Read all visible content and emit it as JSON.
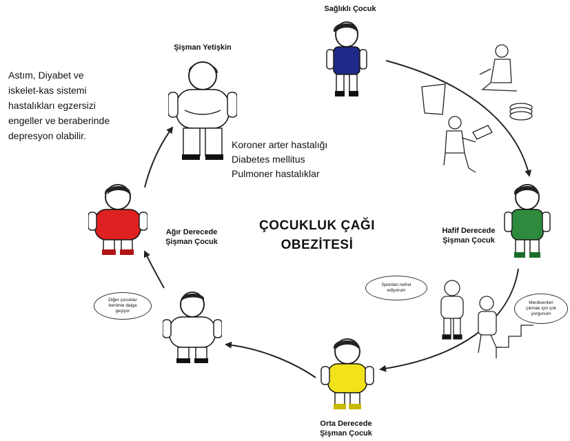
{
  "title": {
    "line1": "ÇOCUKLUK ÇAĞI",
    "line2": "OBEZİTESİ"
  },
  "stages": {
    "healthy": "Sağlıklı Çocuk",
    "mild": [
      "Hafif Derecede",
      "Şişman Çocuk"
    ],
    "moderate": [
      "Orta Derecede",
      "Şişman Çocuk"
    ],
    "severe": [
      "Ağır Derecede",
      "Şişman Çocuk"
    ],
    "adult": "Şişman Yetişkin"
  },
  "adult_risks": [
    "Koroner arter hastalığı",
    "Diabetes mellitus",
    "Pulmoner hastalıklar"
  ],
  "side_note": [
    "Astım, Diyabet ve",
    "iskelet-kas sistemi",
    "hastalıkları egzersizi",
    "engeller ve beraberinde",
    "depresyon olabilir."
  ],
  "bubbles": {
    "sports": [
      "Spordan nefret",
      "ediyorum"
    ],
    "stairs": [
      "Merdivenleri",
      "çıkmak için çok",
      "yorgunum"
    ],
    "teasing": [
      "Diğer çocuklar",
      "benimle dalga",
      "geçiyor"
    ]
  },
  "colors": {
    "healthy": "#1f2a8a",
    "mild": "#2e8b3e",
    "moderate": "#f2e21a",
    "severe": "#dd2020",
    "adult": "#ffffff"
  }
}
